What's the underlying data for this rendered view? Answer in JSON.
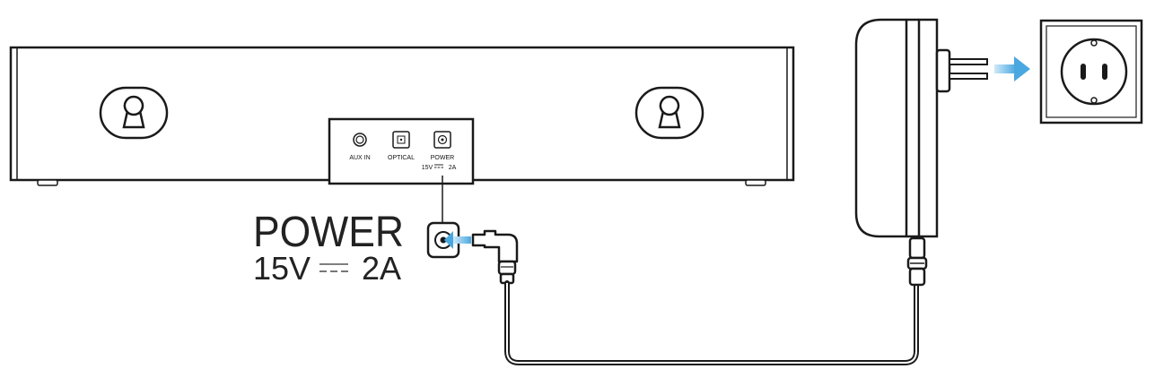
{
  "ports": {
    "aux_in": "AUX IN",
    "optical": "OPTICAL",
    "power": "POWER",
    "power_voltage": "15V",
    "power_current": "2A"
  },
  "callout": {
    "title": "POWER",
    "voltage": "15V",
    "current": "2A"
  },
  "colors": {
    "line": "#1a1a1a",
    "arrow": "#4aa8e0"
  }
}
